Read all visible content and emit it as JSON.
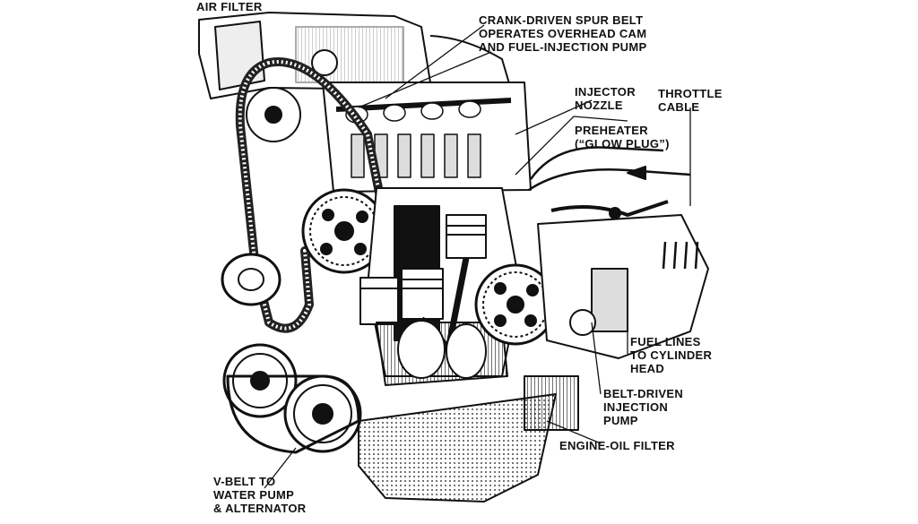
{
  "labels": {
    "air_filter": [
      "AIR FILTER"
    ],
    "spur_belt": [
      "CRANK-DRIVEN SPUR BELT",
      "OPERATES OVERHEAD CAM",
      "AND FUEL-INJECTION PUMP"
    ],
    "injector": [
      "INJECTOR",
      "NOZZLE"
    ],
    "throttle": [
      "THROTTLE",
      "CABLE"
    ],
    "preheater": [
      "PREHEATER",
      "(“GLOW PLUG”)"
    ],
    "fuel_lines": [
      "FUEL LINES",
      "TO CYLINDER",
      "HEAD"
    ],
    "injection_pump": [
      "BELT-DRIVEN",
      "INJECTION",
      "PUMP"
    ],
    "oil_filter": [
      "ENGINE-OIL FILTER"
    ],
    "vbelt": [
      "V-BELT TO",
      "WATER PUMP",
      "& ALTERNATOR"
    ]
  },
  "colors": {
    "ink": "#111111",
    "paper": "#ffffff",
    "shade": "#cfcfcf"
  }
}
